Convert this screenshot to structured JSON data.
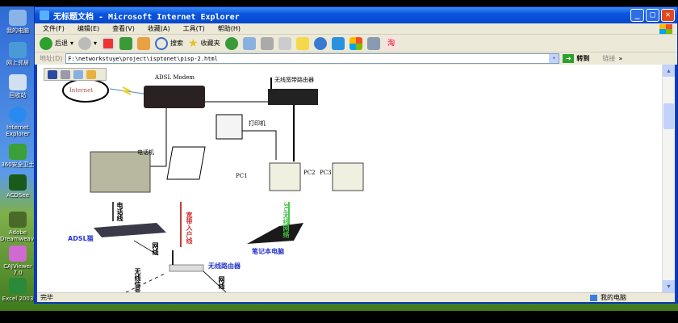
{
  "desktop": {
    "icons": [
      "我的电脑",
      "网上邻居",
      "回收站",
      "Internet Explorer",
      "360安全卫士",
      "ACDSee",
      "Adobe Dreamweaver",
      "CAJViewer 7.0",
      "Excel 2003"
    ]
  },
  "window": {
    "title": "无标题文档 - Microsoft Internet Explorer",
    "min": "_",
    "max": "□",
    "close": "✕"
  },
  "menu": [
    "文件(F)",
    "编辑(E)",
    "查看(V)",
    "收藏(A)",
    "工具(T)",
    "帮助(H)"
  ],
  "toolbar": {
    "back": "后退",
    "search": "搜索",
    "favorites": "收藏夹"
  },
  "address": {
    "label": "地址(D)",
    "value": "F:\\networkstuye\\project\\isptonet\\pisp-2.html",
    "go": "转到",
    "links": "链接",
    "more": "»"
  },
  "diagram": {
    "internet": "Internet",
    "modem": "ADSL Modem",
    "wireless_router_top": "无线宽带路由器",
    "printer": "打印机",
    "phone": "电话机",
    "pc1": "PC1",
    "pc2": "PC2",
    "pc3": "PC3",
    "phone_line": "电话线",
    "adsl_cat": "ADSL猫",
    "net_cable_1": "网线",
    "broadband": "宽带入户线",
    "wireless_3g": "3G无线网络",
    "laptop": "笔记本电脑",
    "router": "无线路由器",
    "signal": "无线信号",
    "net_cable_2": "网线"
  },
  "status": {
    "text": "完毕",
    "zone": "我的电脑"
  }
}
